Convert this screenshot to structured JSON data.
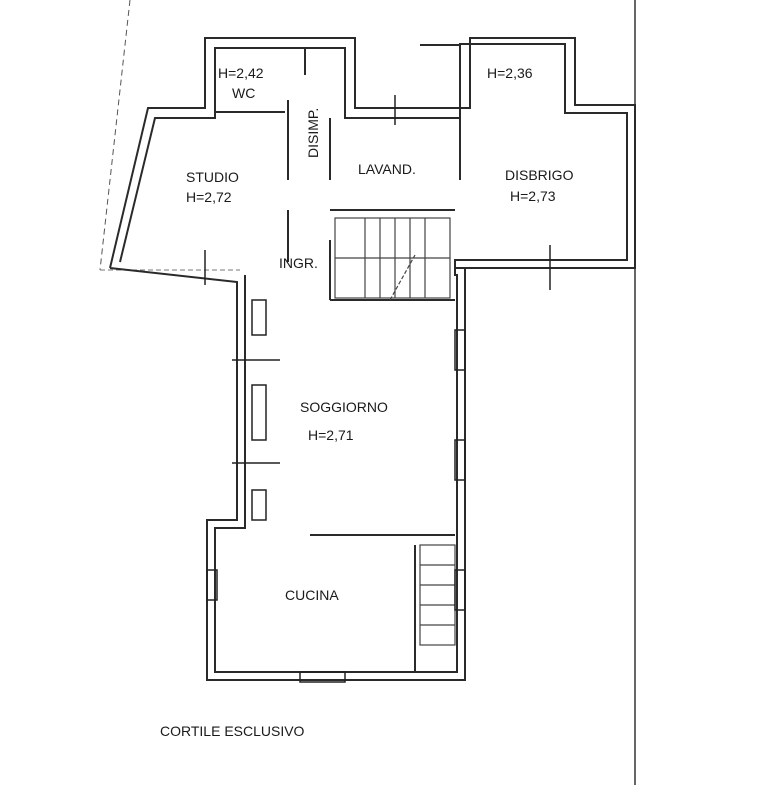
{
  "rooms": {
    "wc": {
      "height": "H=2,42",
      "name": "WC"
    },
    "disimpegno": {
      "name": "DISIMP."
    },
    "studio": {
      "name": "STUDIO",
      "height": "H=2,72"
    },
    "lavanderia": {
      "name": "LAVAND."
    },
    "ripostiglio": {
      "height": "H=2,36"
    },
    "disbrigo": {
      "name": "DISBRIGO",
      "height": "H=2,73"
    },
    "ingresso": {
      "name": "INGR."
    },
    "soggiorno": {
      "name": "SOGGIORNO",
      "height": "H=2,71"
    },
    "cucina": {
      "name": "CUCINA"
    }
  },
  "outside": {
    "courtyard": "CORTILE ESCLUSIVO"
  }
}
